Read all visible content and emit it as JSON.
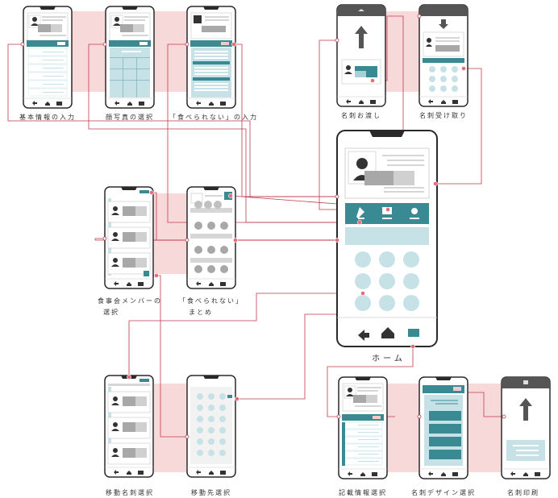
{
  "screens": {
    "basic_info": {
      "label": "基本情報の入力"
    },
    "face_photo": {
      "label": "顔写真の選択"
    },
    "cannot_eat_input": {
      "label": "「食べられない」の入力"
    },
    "card_handover": {
      "label": "名刺お渡し"
    },
    "card_receive": {
      "label": "名刺受け取り"
    },
    "home": {
      "label": "ホーム"
    },
    "meal_member": {
      "label_line1": "食事会メンバーの",
      "label_line2": "選択"
    },
    "cannot_eat_summary": {
      "label_line1": "「食べられない」",
      "label_line2": "まとめ"
    },
    "move_card_select": {
      "label": "移動名刺選択"
    },
    "move_dest_select": {
      "label": "移動先選択"
    },
    "info_select": {
      "label": "記載情報選択"
    },
    "design_select": {
      "label": "名刺デザイン選択"
    },
    "card_print": {
      "label": "名刺印刷"
    }
  },
  "colors": {
    "teal": "#3a8a94",
    "light_teal": "#c6e2e6",
    "pink": "#f4c9c9",
    "connector": "#c23a4a",
    "dot": "#e86b78"
  }
}
